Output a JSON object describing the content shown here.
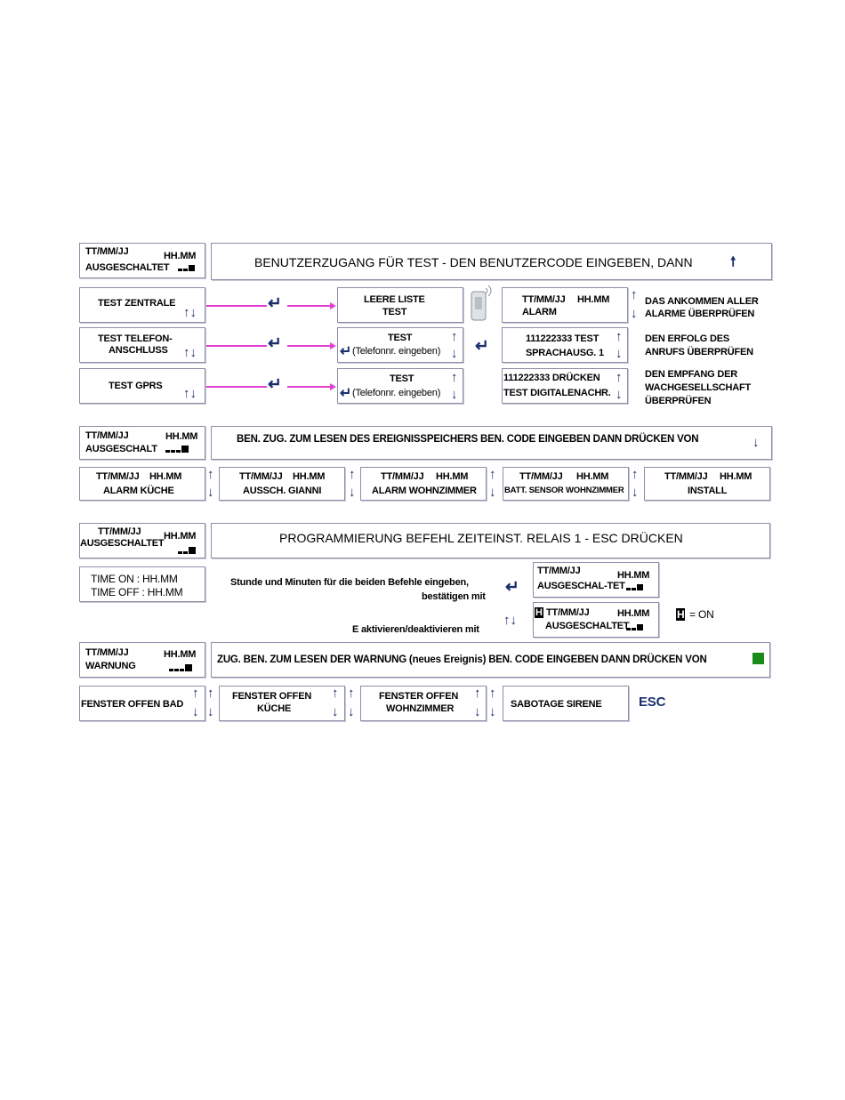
{
  "row1": {
    "disp_date": "TT/MM/JJ",
    "disp_time": "HH.MM",
    "disp_status": "AUSGESCHALTET",
    "banner": "BENUTZERZUGANG FÜR TEST -  DEN BENUTZERCODE EINGEBEN, DANN"
  },
  "test": {
    "zentrale": "TEST ZENTRALE",
    "telefon_1": "TEST TELEFON-",
    "telefon_2": "ANSCHLUSS",
    "gprs": "TEST GPRS",
    "leere_1": "LEERE LISTE",
    "leere_2": "TEST",
    "tel_1": "TEST",
    "tel_2": "(Telefonnr. eingeben)",
    "gprs_res_1": "TEST",
    "gprs_res_2": "(Telefonnr. eingeben)",
    "alarm_date": "TT/MM/JJ",
    "alarm_time": "HH.MM",
    "alarm_label": "ALARM",
    "voice_1": "111222333 TEST",
    "voice_2": "SPRACHAUSG. 1",
    "digital_1": "111222333 DRÜCKEN",
    "digital_2": "TEST DIGITALENACHR.",
    "desc1_1": "DAS ANKOMMEN ALLER",
    "desc1_2": "ALARME ÜBERPRÜFEN",
    "desc2_1": "DEN ERFOLG DES",
    "desc2_2": "ANRUFS ÜBERPRÜFEN",
    "desc3_1": "DEN EMPFANG DER",
    "desc3_2": "WACHGESELLSCHAFT",
    "desc3_3": "ÜBERPRÜFEN"
  },
  "memory": {
    "disp_date": "TT/MM/JJ",
    "disp_time": "HH.MM",
    "disp_status": "AUSGESCHALT",
    "banner": "BEN. ZUG. ZUM LESEN DES EREIGNISSPEICHERS BEN. CODE  EINGEBEN  DANN DRÜCKEN VON",
    "entries": [
      {
        "date": "TT/MM/JJ",
        "time": "HH.MM",
        "label": "ALARM KÜCHE"
      },
      {
        "date": "TT/MM/JJ",
        "time": "HH.MM",
        "label": "AUSSCH. GIANNI"
      },
      {
        "date": "TT/MM/JJ",
        "time": "HH.MM",
        "label": "ALARM WOHNZIMMER"
      },
      {
        "date": "TT/MM/JJ",
        "time": "HH.MM",
        "label": "BATT. SENSOR WOHNZIMMER"
      },
      {
        "date": "TT/MM/JJ",
        "time": "HH.MM",
        "label": "INSTALL"
      }
    ]
  },
  "prog": {
    "disp_date": "TT/MM/JJ",
    "disp_time": "HH.MM",
    "disp_status": "AUSGESCHALTET",
    "banner": "PROGRAMMIERUNG BEFEHL  ZEITEINST. RELAIS 1 - ESC DRÜCKEN",
    "time_on": "TIME  ON  : HH.MM",
    "time_off": "TIME OFF : HH.MM",
    "instr_1": "Stunde und Minuten für die beiden Befehle eingeben,",
    "instr_2": "bestätigen mit",
    "activate": "E aktivieren/deaktivieren mit",
    "res1_date": "TT/MM/JJ",
    "res1_time": "HH.MM",
    "res1_status": "AUSGESCHAL-TET",
    "res2_h": "H",
    "res2_date": "TT/MM/JJ",
    "res2_time": "HH.MM",
    "res2_status": "AUSGESCHALTET",
    "legend_h": "H",
    "legend_text": "= ON"
  },
  "warn": {
    "disp_date": "TT/MM/JJ",
    "disp_time": "HH.MM",
    "disp_status": "WARNUNG",
    "banner": "ZUG. BEN. ZUM LESEN DER WARNUNG (neues Ereignis)  BEN. CODE EINGEBEN DANN DRÜCKEN VON",
    "items": [
      "FENSTER OFFEN BAD",
      "FENSTER OFFEN",
      "KÜCHE",
      "FENSTER OFFEN",
      "WOHNZIMMER",
      "SABOTAGE SIRENE"
    ],
    "esc": "ESC"
  },
  "colors": {
    "arrow": "#1a2e6e",
    "connector": "#e23fd0",
    "border": "#8d8ea8",
    "ok_square": "#1a8a1a"
  },
  "icons": [
    "arrow-up-icon",
    "arrow-down-icon",
    "enter-icon",
    "signal-bars-icon",
    "sensor-device-icon"
  ]
}
